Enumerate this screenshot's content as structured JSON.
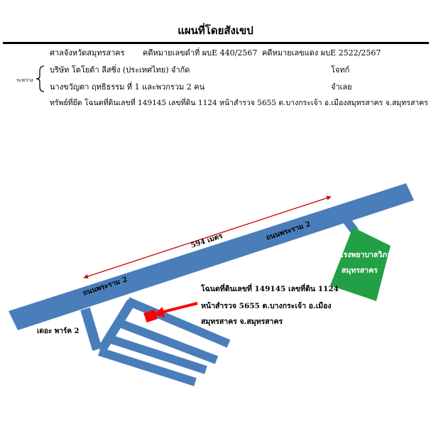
{
  "header": {
    "title": "แผนที่โดยสังเขป",
    "court": "ศาลจังหวัดสมุทรสาคร",
    "black_case": "คดีหมายเลขดำที่ ผบE 440/2567",
    "red_case": "คดีหมายเลขแดง ผบE 2522/2567",
    "between_label": "ระหว่าง",
    "plaintiff": "บริษัท โตโยต้า ลีสซิ่ง (ประเทศไทย) จำกัด",
    "plaintiff_role": "โจทก์",
    "defendant": "นางขวัญตา ฤทธิธรรม ที่ 1 และพวกรวม 2 คน",
    "defendant_role": "จำเลย",
    "property": "ทรัพย์ที่ยึด  โฉนดที่ดินเลขที่ 149145 เลขที่ดิน 1124 หน้าสำรวจ 5655 ต.บางกระเจ้า อ.เมืองสมุทรสาคร จ.สมุทรสาคร"
  },
  "map": {
    "road_main": "ถนนพระราม 2",
    "road_main_2": "ถนนพระราม 2",
    "distance": "594 เมตร",
    "hospital_line1": "โรงพยาบาลวิภาราม",
    "hospital_line2": "สมุทรสาคร",
    "park": "เดอะ พาร์ค 2",
    "deed_line1": "โฉนดที่ดินเลขที่ 149145 เลขที่ดิน 1124",
    "deed_line2": "หน้าสำรวจ 5655 ต.บางกระเจ้า อ.เมือง",
    "deed_line3": "สมุทรสาคร จ.สมุทรสาคร",
    "colors": {
      "road": "#4a7ebb",
      "hospital": "#23a046",
      "property": "#ff0000",
      "arrow": "#ff0000",
      "distance_line": "#cc0000"
    },
    "icons": [
      "property-marker-icon",
      "pointer-arrow-icon",
      "distance-arrow-icon"
    ]
  }
}
